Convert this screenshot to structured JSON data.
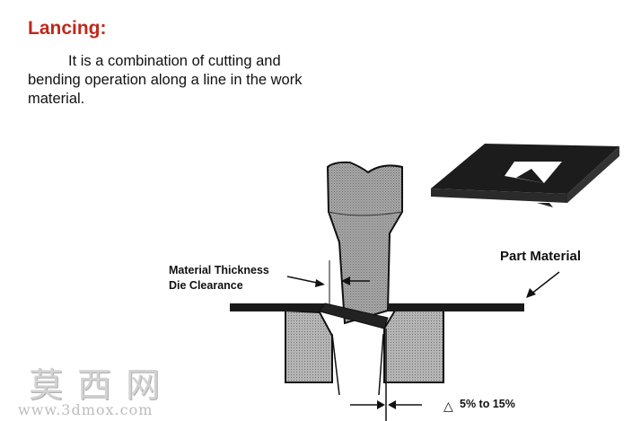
{
  "slide": {
    "title": "Lancing:",
    "description": "It is a combination of cutting and bending operation along a line in the work material."
  },
  "diagram": {
    "label_material_thickness": "Material Thickness",
    "label_die_clearance": "Die Clearance",
    "label_part_material": "Part Material",
    "label_clearance_range": "5% to 15%",
    "delta_symbol": "△"
  },
  "watermark": {
    "chinese": "莫西网",
    "url": "www.3dmox.com"
  },
  "colors": {
    "title": "#c0281c",
    "punch_fill": "#9c9c9c",
    "sheet": "#1a1a1a"
  }
}
